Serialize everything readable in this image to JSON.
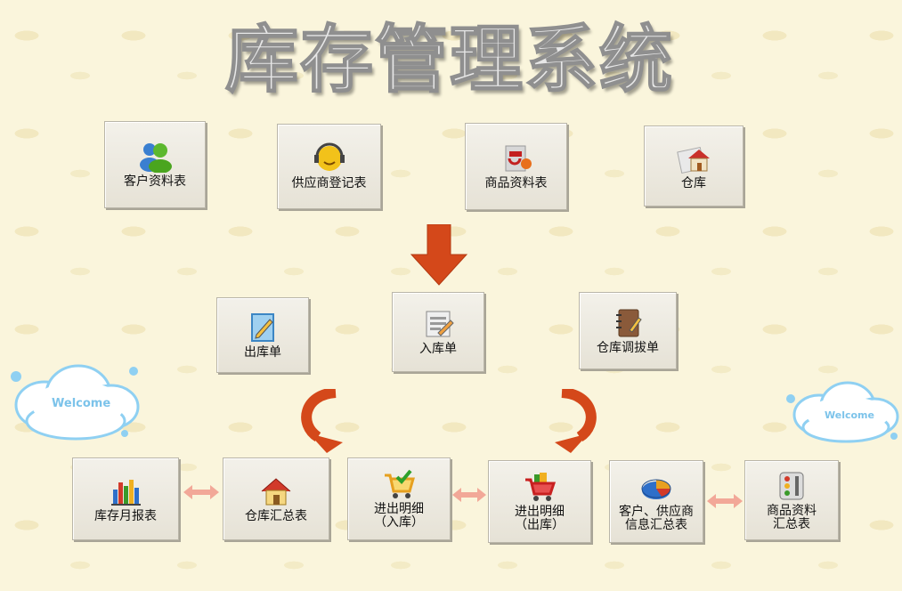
{
  "title": "库存管理系统",
  "row1": {
    "customer": "客户资料表",
    "supplier": "供应商登记表",
    "product": "商品资料表",
    "warehouse": "仓库"
  },
  "row2": {
    "outbound": "出库单",
    "inbound": "入库单",
    "transfer": "仓库调拔单"
  },
  "row3": {
    "monthly_report": "库存月报表",
    "warehouse_summary": "仓库汇总表",
    "detail_in": "进出明细\n（入库）",
    "detail_out": "进出明细\n（出库）",
    "cust_supp_summary": "客户、供应商\n信息汇总表",
    "product_summary": "商品资料\n汇总表"
  },
  "decor": {
    "welcome_text": "Welcome"
  },
  "colors": {
    "arrow_red": "#d4481a",
    "link_pink": "#f2a898",
    "cloud_blue": "#8fd0f2"
  }
}
